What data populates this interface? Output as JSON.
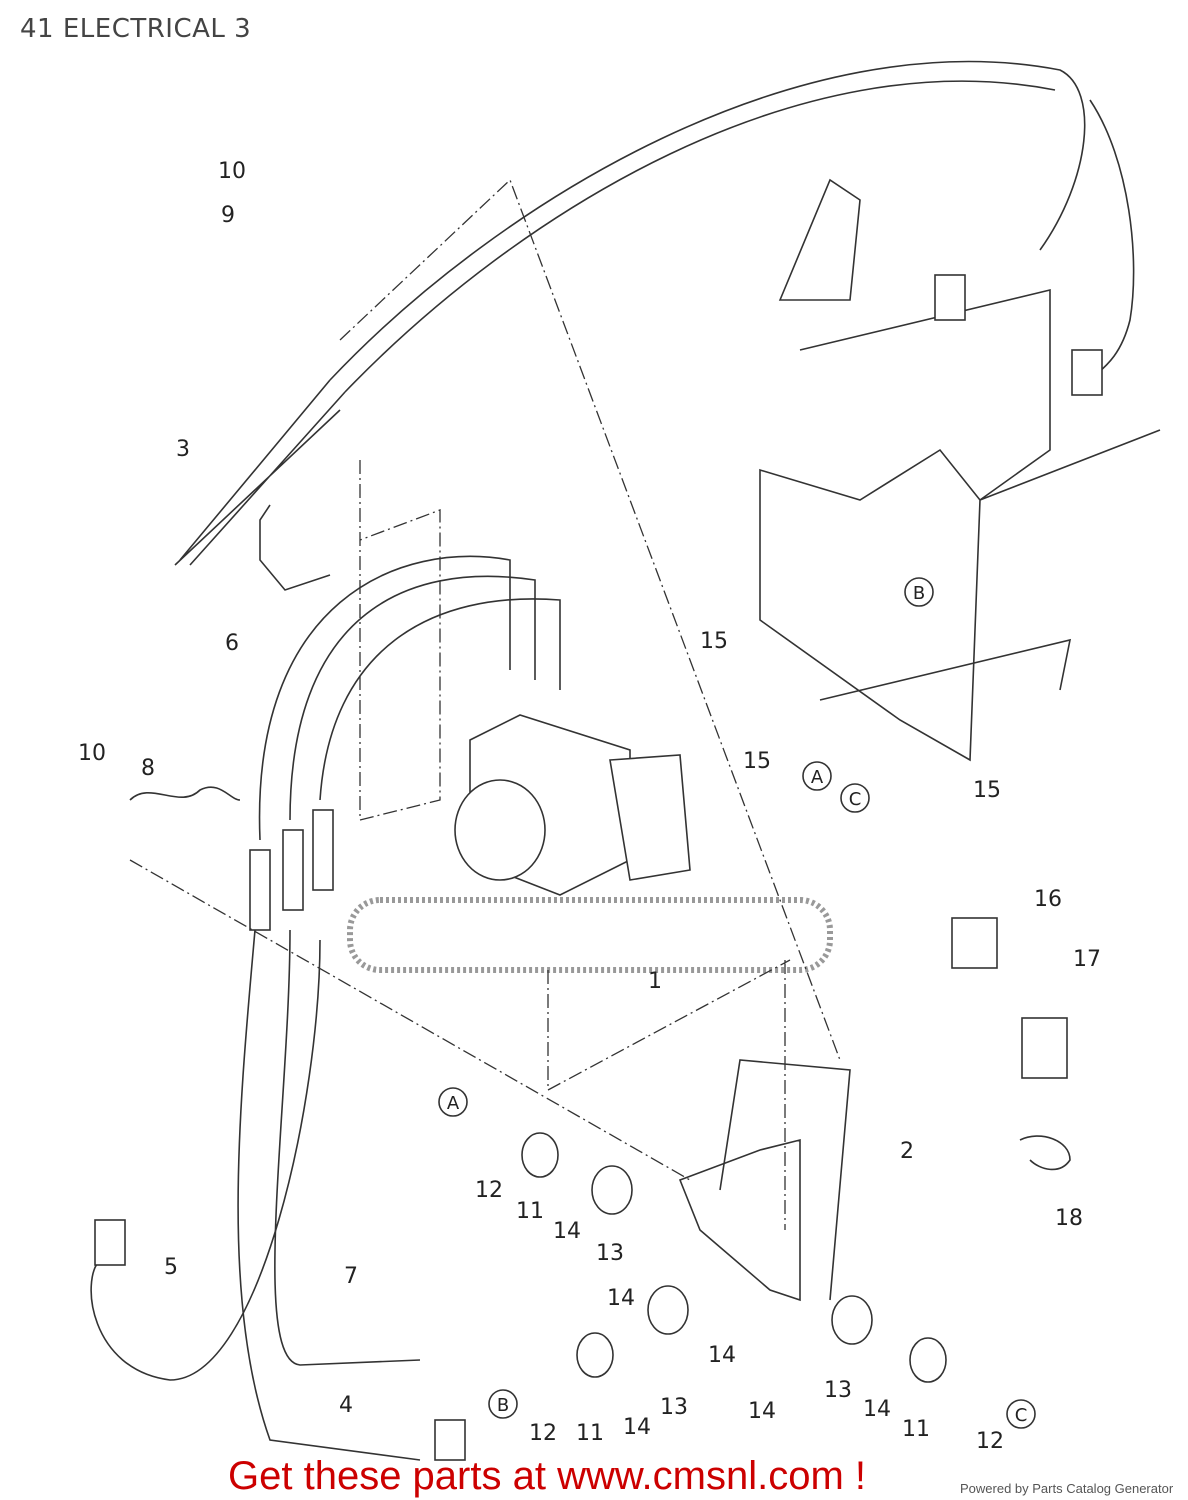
{
  "title": "41 ELECTRICAL 3",
  "callouts": [
    "10",
    "9",
    "3",
    "6",
    "10",
    "8",
    "15",
    "B",
    "15",
    "A",
    "C",
    "15",
    "16",
    "17",
    "1",
    "A",
    "2",
    "18",
    "12",
    "11",
    "14",
    "13",
    "5",
    "7",
    "14",
    "14",
    "13",
    "14",
    "14",
    "13",
    "14",
    "4",
    "B",
    "11",
    "C",
    "12",
    "11",
    "12"
  ],
  "footer": {
    "promo": "Get these parts at www.cmsnl.com !",
    "powered": "Powered by Parts Catalog Generator"
  },
  "colors": {
    "promo": "#cc0000",
    "line": "#333333"
  }
}
